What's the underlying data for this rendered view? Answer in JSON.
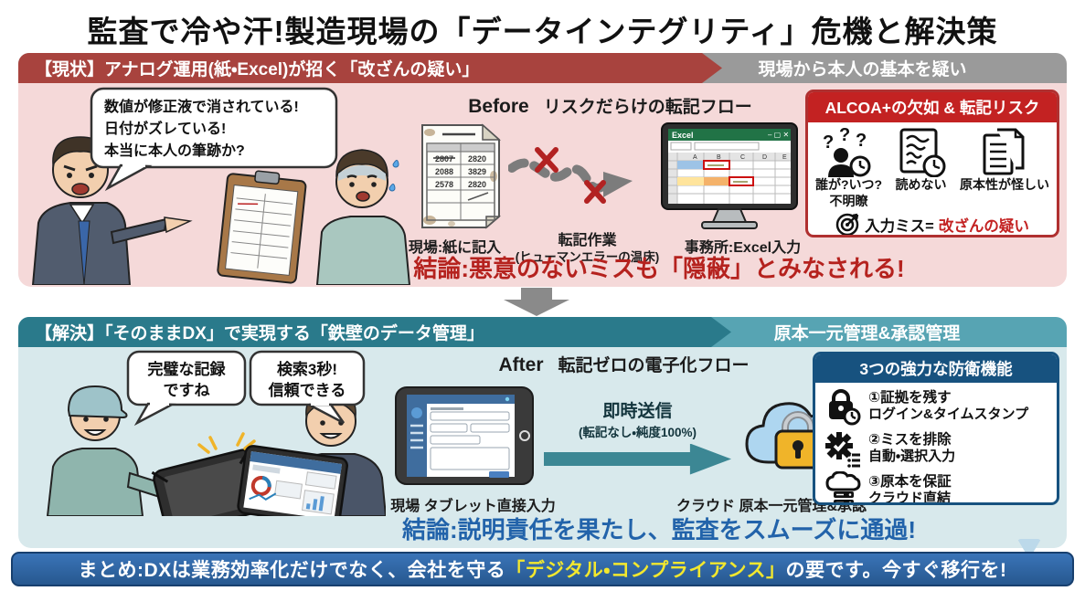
{
  "title": "監査で冷や汗!製造現場の「データインテグリティ」危機と解決策",
  "colors": {
    "problem_accent": "#a8433e",
    "problem_bg": "#f5d9d9",
    "risk_red": "#c32222",
    "solution_accent": "#2a7a8b",
    "solution_bg": "#d8e9ec",
    "defense_blue": "#17527f",
    "summary_blue": "#2e66ac",
    "summary_yellow": "#f2e72e",
    "excel_green": "#217346",
    "cloud_blue": "#aed6f0",
    "padlock_yellow": "#f0b429"
  },
  "problem": {
    "header_left": "【現状】アナログ運用(紙・Excel)が招く「改ざんの疑い」",
    "header_right": "現場から本人の基本を疑い",
    "speech_lines": [
      "数値が修正液で消されている!",
      "日付がズレている!",
      "本当に本人の筆跡か?"
    ],
    "flow": {
      "label_en": "Before",
      "label_jp": "リスクだらけの転記フロー",
      "paper_values": [
        "2807",
        "2820",
        "2088",
        "3829",
        "2578",
        "2820"
      ],
      "step1": "現場:紙に記入",
      "step2": "転記作業",
      "step2_sub": "(ヒューマンエラーの温床)",
      "step3": "事務所:Excel入力",
      "excel_title": "Excel",
      "excel_window_controls": "– ▢ ✕",
      "excel_cols": [
        "A",
        "B",
        "C",
        "D",
        "E"
      ]
    },
    "risk_box": {
      "header": "ALCOA+の欠如 & 転記リスク",
      "item1_line1": "誰が?いつ?",
      "item1_line2": "不明瞭",
      "item2_line1": "読めない",
      "item3_line1": "原本性が怪しい",
      "question_marks": "? ? ?",
      "footer_prefix": "入力ミス=",
      "footer_highlight": "改ざんの疑い"
    },
    "conclusion": "結論:悪意のないミスも「隠蔽」とみなされる!"
  },
  "solution": {
    "header_left": "【解決】「そのままDX」で実現する「鉄壁のデータ管理」",
    "header_right": "原本一元管理&承認管理",
    "bubble1_line1": "完璧な記録",
    "bubble1_line2": "ですね",
    "bubble2_line1": "検索3秒!",
    "bubble2_line2": "信頼できる",
    "flow": {
      "label_en": "After",
      "label_jp": "転記ゼロの電子化フロー",
      "arrow_label": "即時送信",
      "arrow_sub": "(転記なし・純度100%)",
      "step1": "現場 タブレット直接入力",
      "step2": "クラウド 原本一元管理&承認"
    },
    "defense_box": {
      "header": "3つの強力な防衛機能",
      "items": [
        {
          "title": "①証拠を残す",
          "desc": "ログイン&タイムスタンプ"
        },
        {
          "title": "②ミスを排除",
          "desc": "自動・選択入力"
        },
        {
          "title": "③原本を保証",
          "desc": "クラウド直結"
        }
      ]
    },
    "conclusion": "結論:説明責任を果たし、監査をスムーズに通過!"
  },
  "summary": {
    "prefix": "まとめ:DXは業務効率化だけでなく、会社を守る",
    "highlight": "「デジタル・コンプライアンス」",
    "suffix": "の要です。今すぐ移行を!"
  }
}
